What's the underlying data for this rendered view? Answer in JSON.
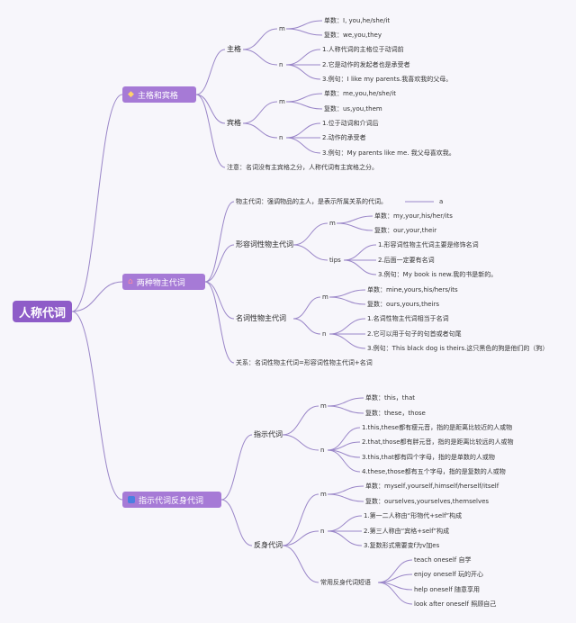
{
  "root": "人称代词",
  "sections": {
    "s1": {
      "title": "主格和宾格",
      "icon": "gem-icon",
      "zhuge": {
        "label": "主格",
        "m": "m",
        "m_items": [
          "单数：I, you,he/she/it",
          "复数：we,you,they"
        ],
        "n": "n",
        "n_items": [
          "1.人称代词的主格位于动词前",
          "2.它是动作的发起者也是承受者",
          "3.例句：I like my parents.我喜欢我的父母。"
        ]
      },
      "binge": {
        "label": "宾格",
        "m": "m",
        "m_items": [
          "单数：me,you,he/she/it",
          "复数：us,you,them"
        ],
        "n": "n",
        "n_items": [
          "1.位于动词和介词后",
          "2.动作的承受者",
          "3.例句：My parents like me. 我父母喜欢我。"
        ]
      },
      "note": "注意：名词没有主宾格之分，人称代词有主宾格之分。"
    },
    "s2": {
      "title": "两种物主代词",
      "icon": "house-icon",
      "concept": "物主代词：强调物品的主人，是表示所属关系的代词。",
      "concept_tag": "a",
      "adj": {
        "label": "形容词性物主代词",
        "m": "m",
        "m_items": [
          "单数：my,your,his/her/its",
          "复数：our,your,their"
        ],
        "tips": "tips",
        "tips_items": [
          "1.形容词性物主代词主要是修饰名词",
          "2.后面一定要有名词",
          "3.例句：My book is new.我的书是新的。"
        ]
      },
      "noun": {
        "label": "名词性物主代词",
        "m": "m",
        "m_items": [
          "单数：mine,yours,his/hers/its",
          "复数：ours,yours,theirs"
        ],
        "n": "n",
        "n_items": [
          "1.名词性物主代词相当于名词",
          "2.它可以用于句子的句首或者句尾",
          "3.例句：This black dog is theirs.这只黑色的狗是他们的（狗）"
        ]
      },
      "relation": "关系：名词性物主代词=形容词性物主代词+名词"
    },
    "s3": {
      "title": "指示代词反身代词",
      "icon": "square-icon",
      "demo": {
        "label": "指示代词",
        "m": "m",
        "m_items": [
          "单数：this，that",
          "复数：these，those"
        ],
        "n": "n",
        "n_items": [
          "1.this,these都有瘦元音，指的是距离比较近的人或物",
          "2.that,those都有胖元音，指的是距离比较远的人或物",
          "3.this,that都有四个字母，指的是单数的人或物",
          "4.these,those都有五个字母，指的是复数的人或物"
        ]
      },
      "refl": {
        "label": "反身代词",
        "m": "m",
        "m_items": [
          "单数：myself,yourself,himself/herself/itself",
          "复数：ourselves,yourselves,themselves"
        ],
        "n": "n",
        "n_items": [
          "1.第一二人称由“形物代+self”构成",
          "2.第三人称由“宾格+self”构成",
          "3.复数形式需要变f为v加es"
        ],
        "phrases_label": "常用反身代词短语",
        "phrases": [
          "teach oneself 自学",
          "enjoy oneself 玩的开心",
          "help oneself 随意享用",
          "look after oneself 照顾自己"
        ]
      }
    }
  },
  "colors": {
    "root": "#8e5cc8",
    "section": "#a67ad6",
    "line": "#9a86c8",
    "background": "#f7f6fb"
  }
}
